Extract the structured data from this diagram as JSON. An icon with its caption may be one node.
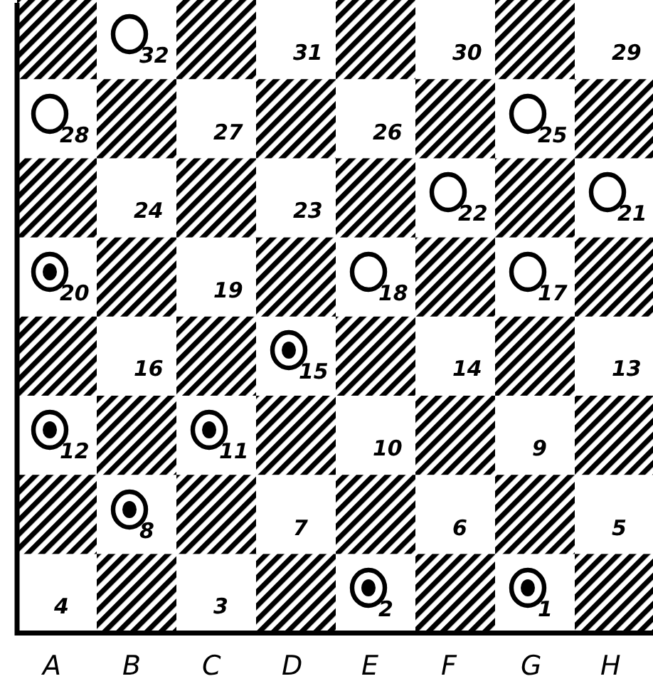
{
  "diagram": {
    "nodes": [
      {
        "text": [],
        "shape": "circle",
        "beside": [
          "32"
        ]
      },
      {
        "text": [],
        "shape": "circle",
        "beside": [
          "28"
        ]
      },
      {
        "text": [],
        "shape": "circle",
        "beside": [
          "25"
        ]
      },
      {
        "text": [],
        "shape": "circle",
        "beside": [
          "22"
        ]
      },
      {
        "text": [],
        "shape": "circle",
        "beside": [
          "21"
        ]
      },
      {
        "text": [],
        "shape": "circle",
        "beside": [
          "20"
        ]
      },
      {
        "text": [],
        "shape": "circle",
        "beside": [
          "18"
        ]
      },
      {
        "text": [],
        "shape": "circle",
        "beside": [
          "17"
        ]
      },
      {
        "text": [],
        "shape": "circle",
        "beside": [
          "15"
        ]
      },
      {
        "text": [],
        "shape": "circle",
        "beside": [
          "12"
        ]
      },
      {
        "text": [],
        "shape": "circle",
        "beside": [
          "11"
        ]
      },
      {
        "text": [],
        "shape": "circle",
        "beside": [
          "8"
        ]
      },
      {
        "text": [],
        "shape": "circle",
        "beside": [
          "2"
        ]
      },
      {
        "text": [],
        "shape": "circle",
        "beside": [
          "1"
        ]
      }
    ],
    "labels": [
      "31",
      "30",
      "29",
      "27",
      "26",
      "24",
      "23",
      "19",
      "16",
      "14",
      "13",
      "10",
      "9",
      "7",
      "6",
      "5",
      "4",
      "3",
      "A",
      "B",
      "C",
      "D",
      "E",
      "F",
      "G",
      "H"
    ]
  }
}
